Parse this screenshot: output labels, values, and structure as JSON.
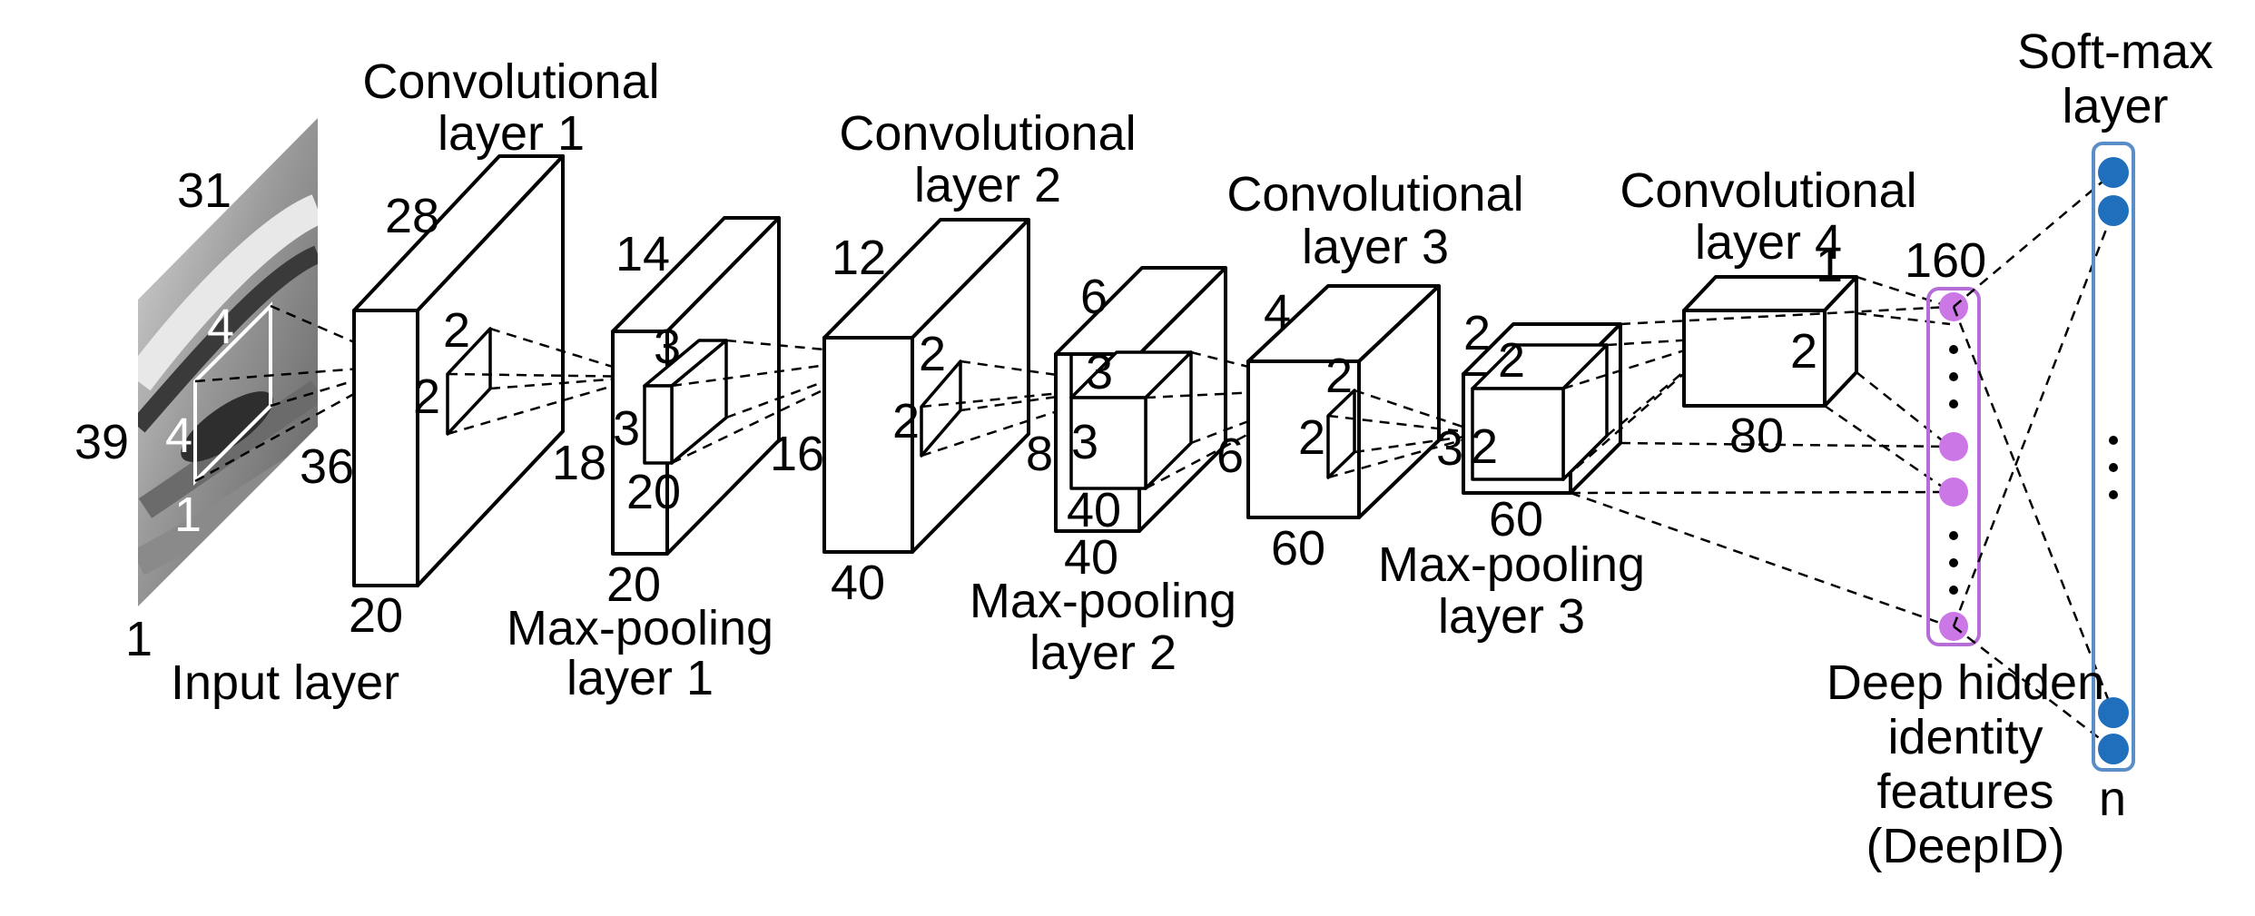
{
  "labels": {
    "input_layer": "Input layer",
    "conv1": [
      "Convolutional",
      "layer 1"
    ],
    "pool1": [
      "Max-pooling",
      "layer 1"
    ],
    "conv2": [
      "Convolutional",
      "layer 2"
    ],
    "pool2": [
      "Max-pooling",
      "layer 2"
    ],
    "conv3": [
      "Convolutional",
      "layer 3"
    ],
    "pool3": [
      "Max-pooling",
      "layer 3"
    ],
    "conv4": [
      "Convolutional",
      "layer 4"
    ],
    "deepid": [
      "Deep hidden",
      "identity",
      "features",
      "(DeepID)"
    ],
    "softmax": [
      "Soft-max",
      "layer"
    ]
  },
  "dims": {
    "input": {
      "width": "31",
      "height": "39",
      "depth": "1"
    },
    "input_kernel": {
      "a": "4",
      "b": "4",
      "c": "1"
    },
    "conv1": {
      "width": "28",
      "height": "36",
      "depth": "20",
      "kernel_a": "2",
      "kernel_b": "2"
    },
    "pool1": {
      "width": "14",
      "height": "18",
      "depth": "20",
      "kernel_a": "3",
      "kernel_b": "3",
      "kernel_depth": "20"
    },
    "conv2": {
      "width": "12",
      "height": "16",
      "depth": "40",
      "kernel_a": "2",
      "kernel_b": "2"
    },
    "pool2": {
      "width": "6",
      "height": "8",
      "depth": "40",
      "kernel_a": "3",
      "kernel_b": "3",
      "kernel_depth": "40"
    },
    "conv3": {
      "width": "4",
      "height": "6",
      "depth": "60",
      "kernel_a": "2",
      "kernel_b": "2"
    },
    "pool3": {
      "width": "2",
      "height": "3",
      "depth": "60",
      "kernel_a": "2",
      "kernel_b": "2"
    },
    "conv4": {
      "width": "1",
      "height": "2",
      "depth": "80"
    },
    "deepid_count": "160",
    "softmax_count": "n"
  },
  "colors": {
    "deepid_node": "#cc77e6",
    "deepid_border": "#b56ed6",
    "softmax_node": "#1f6fbd",
    "softmax_border": "#5a8ec9",
    "face_light": "#d0d0d0",
    "face_dark": "#4a4a4a"
  },
  "icons": {
    "input_image": "face-patch-image",
    "deepid_ellipsis": "vertical-dots",
    "softmax_ellipsis": "vertical-dots"
  }
}
